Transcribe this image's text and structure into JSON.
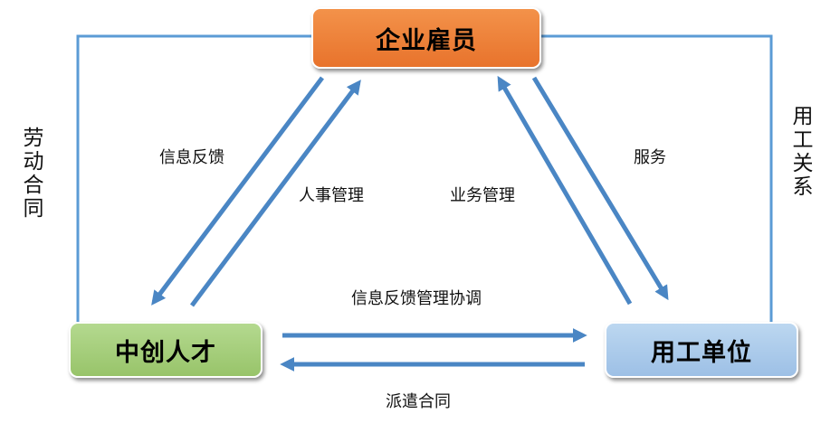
{
  "nodes": {
    "employee": "企业雇员",
    "talent": "中创人才",
    "employer": "用工单位"
  },
  "edge_labels": {
    "labor_contract": "劳动合同",
    "employment_relation": "用工关系",
    "info_feedback": "信息反馈",
    "hr_management": "人事管理",
    "business_management": "业务管理",
    "service": "服务",
    "feedback_coordination": "信息反馈管理协调",
    "dispatch_contract": "派遣合同"
  },
  "colors": {
    "arrow": "#4a86c4",
    "frame": "#5b9bd5",
    "employee_fill": "#ee7d35",
    "talent_fill": "#a6cf7e",
    "employer_fill": "#adcbeb"
  }
}
